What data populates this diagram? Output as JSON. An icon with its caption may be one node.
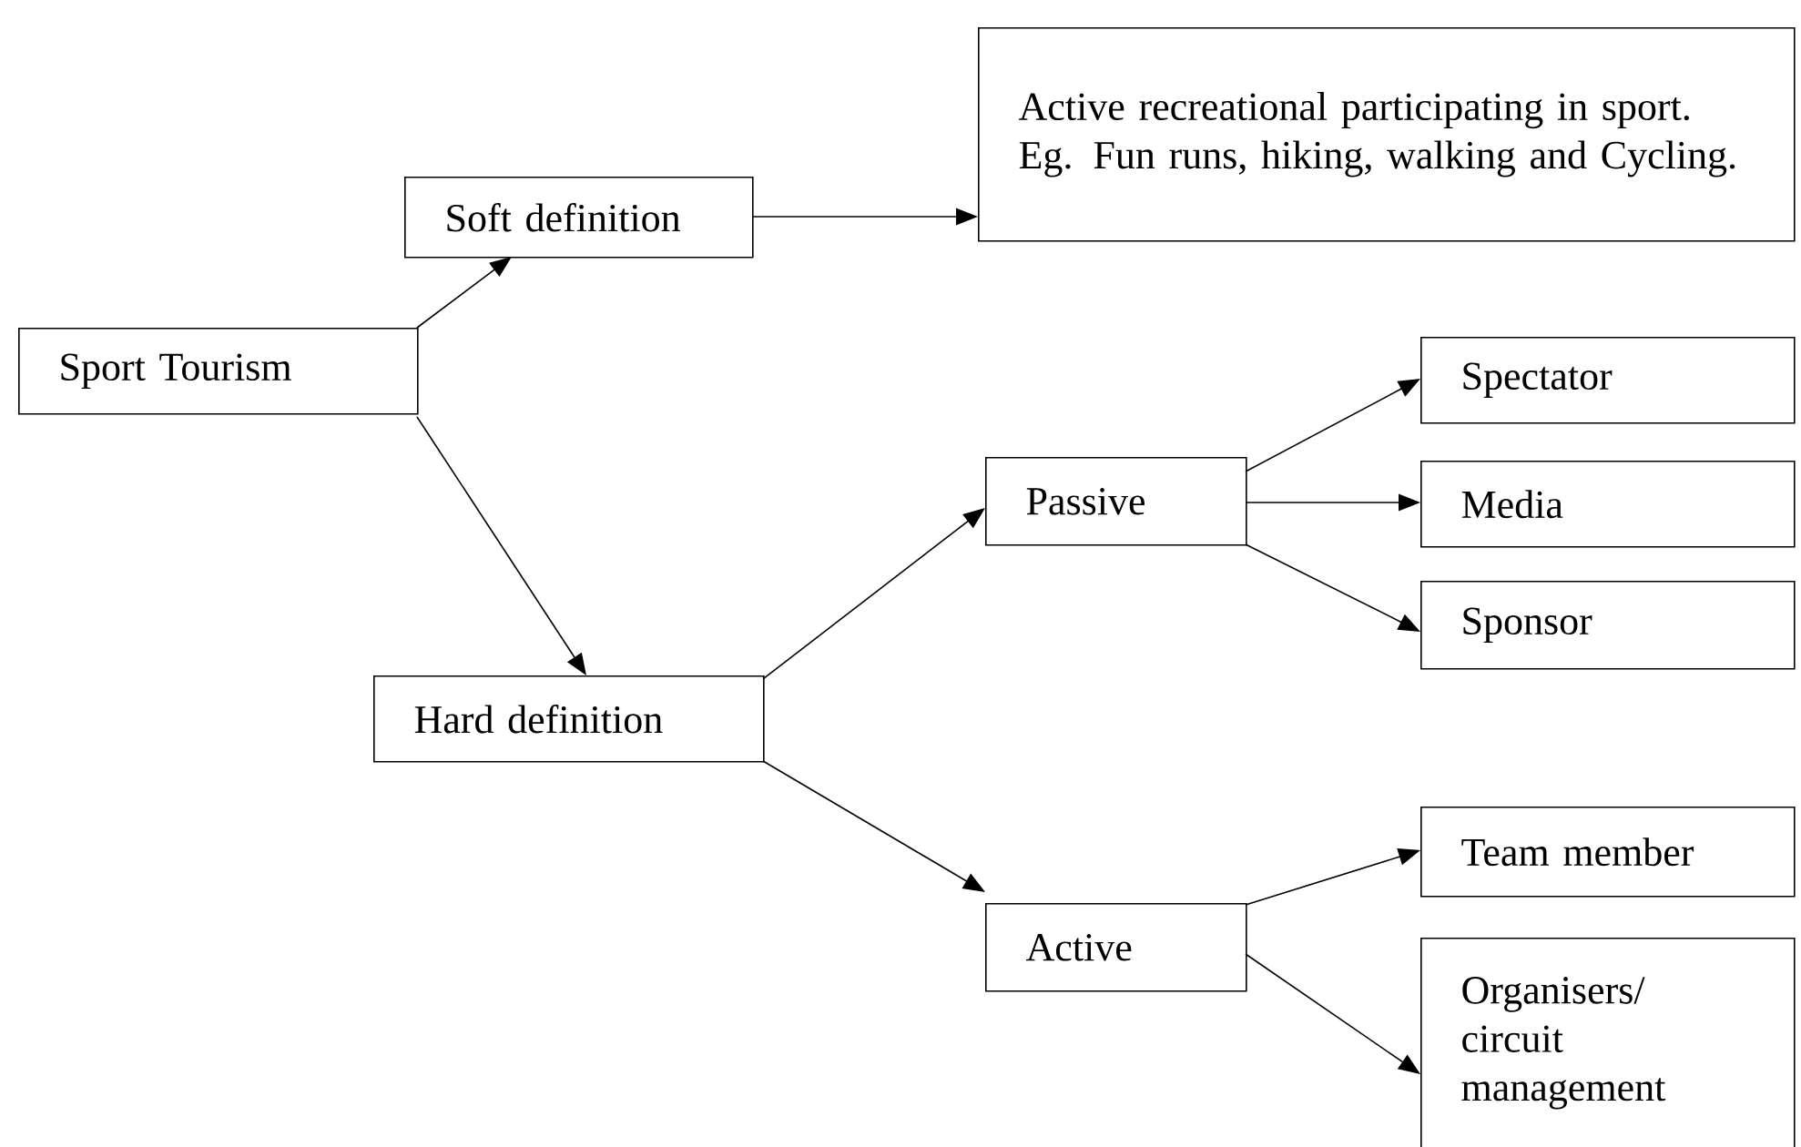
{
  "diagram": {
    "nodes": [
      {
        "text": [
          "Sport Tourism"
        ]
      },
      {
        "text": [
          "Soft definition"
        ]
      },
      {
        "text": [
          "Active recreational participating in sport. Eg. Fun runs, hiking, walking and Cycling."
        ]
      },
      {
        "text": [
          "Hard definition"
        ]
      },
      {
        "text": [
          "Passive"
        ]
      },
      {
        "text": [
          "Active"
        ]
      },
      {
        "text": [
          "Spectator"
        ]
      },
      {
        "text": [
          "Media"
        ]
      },
      {
        "text": [
          "Sponsor"
        ]
      },
      {
        "text": [
          "Team member"
        ]
      },
      {
        "text": [
          "Organisers/ circuit management"
        ]
      }
    ],
    "edges": [
      {
        "from": 0,
        "to": 1,
        "arrow": "to"
      },
      {
        "from": 0,
        "to": 3,
        "arrow": "to"
      },
      {
        "from": 1,
        "to": 2,
        "arrow": "to"
      },
      {
        "from": 3,
        "to": 4,
        "arrow": "to"
      },
      {
        "from": 3,
        "to": 5,
        "arrow": "to"
      },
      {
        "from": 4,
        "to": 6,
        "arrow": "to"
      },
      {
        "from": 4,
        "to": 7,
        "arrow": "to"
      },
      {
        "from": 4,
        "to": 8,
        "arrow": "to"
      },
      {
        "from": 5,
        "to": 9,
        "arrow": "to"
      },
      {
        "from": 5,
        "to": 10,
        "arrow": "to"
      }
    ]
  }
}
